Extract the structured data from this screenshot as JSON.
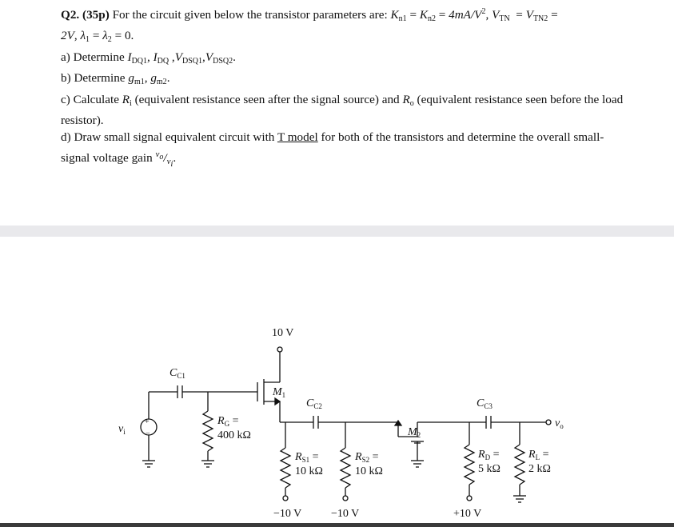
{
  "question": {
    "number": "Q2.",
    "points": "(35p)",
    "intro": "For the circuit given below the transistor parameters are:",
    "params": {
      "Kn1": "K",
      "Kn1_sub": "n1",
      "eq1": "=",
      "Kn2": "K",
      "Kn2_sub": "n2",
      "eq2": "=",
      "K_value": "4mA/V",
      "K_exp": "2",
      "VTN": "V",
      "VTN_sub": "TN",
      "eq3": "=",
      "VTN2": "V",
      "VTN2_sub": "TN2",
      "eq4": "=",
      "V_value": "2V",
      "lambda1": "λ",
      "lambda1_sub": "1",
      "eq5": "=",
      "lambda2": "λ",
      "lambda2_sub": "2",
      "lambda_value": "= 0."
    },
    "part_a": "a) Determine",
    "part_a_vars": [
      "I",
      "DQ1",
      "I",
      "DQ",
      "V",
      "DSQ1",
      "V",
      "DSQ2"
    ],
    "part_b": "b) Determine",
    "part_b_vars": [
      "g",
      "m1",
      "g",
      "m2"
    ],
    "part_c_1": "c) Calculate",
    "part_c_Ri": "R",
    "part_c_Ri_sub": "i",
    "part_c_2": "(equivalent resistance seen after the signal source) and",
    "part_c_Ro": "R",
    "part_c_Ro_sub": "o",
    "part_c_3": "(equivalent resistance seen before the load resistor).",
    "part_d_1": "d) Draw small signal equivalent circuit with",
    "part_d_link": "T model",
    "part_d_2": "for both of the transistors and determine the overall small-signal voltage gain",
    "gain_num": "v",
    "gain_num_sub": "o",
    "gain_den": "v",
    "gain_den_sub": "i"
  },
  "circuit": {
    "vdd": "10 V",
    "cc1": "C",
    "cc1_sub": "C1",
    "cc2": "C",
    "cc2_sub": "C2",
    "cc3": "C",
    "cc3_sub": "C3",
    "m1": "M",
    "m1_sub": "1",
    "m2": "M",
    "m2_sub": "2",
    "vi": "v",
    "vi_sub": "i",
    "vo": "v",
    "vo_sub": "o",
    "rg_name": "R",
    "rg_sub": "G",
    "rg_eq": " =",
    "rg_value": "400 kΩ",
    "rs1_name": "R",
    "rs1_sub": "S1",
    "rs1_eq": " =",
    "rs1_value": "10 kΩ",
    "rs2_name": "R",
    "rs2_sub": "S2",
    "rs2_eq": " =",
    "rs2_value": "10 kΩ",
    "rd_name": "R",
    "rd_sub": "D",
    "rd_eq": " =",
    "rd_value": "5 kΩ",
    "rl_name": "R",
    "rl_sub": "L",
    "rl_eq": " =",
    "rl_value": "2 kΩ",
    "vss1": "−10 V",
    "vss2": "−10 V",
    "vdd2": "+10 V",
    "source_plus": "+",
    "source_minus": "−"
  }
}
